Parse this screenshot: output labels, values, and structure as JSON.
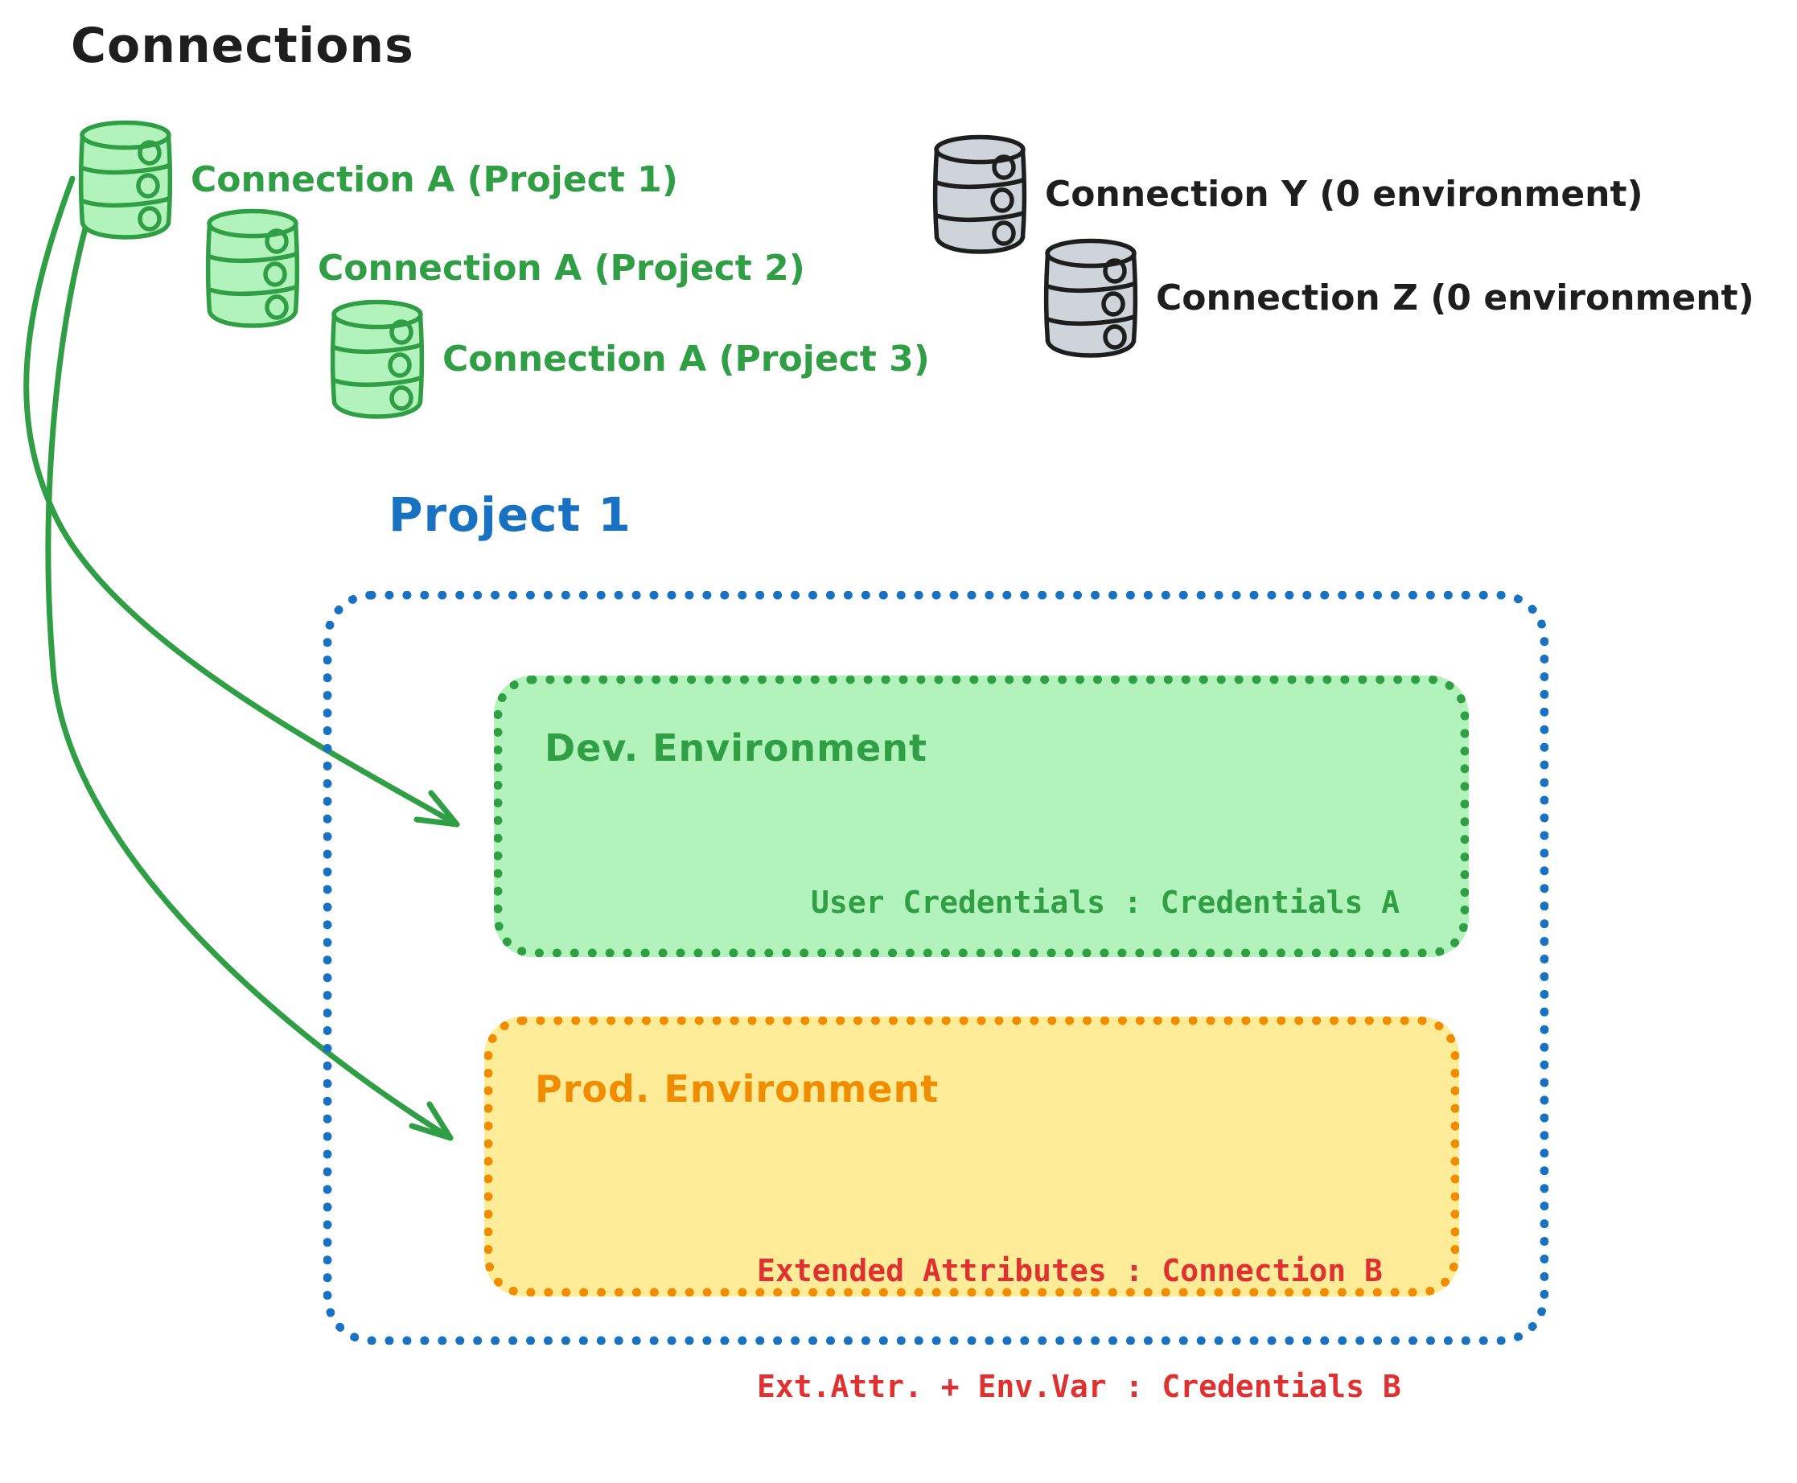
{
  "diagram": {
    "title": "Connections",
    "green_connections": [
      {
        "label": "Connection A (Project 1)"
      },
      {
        "label": "Connection A (Project 2)"
      },
      {
        "label": "Connection A (Project 3)"
      }
    ],
    "gray_connections": [
      {
        "label": "Connection Y (0 environment)"
      },
      {
        "label": "Connection Z (0 environment)"
      }
    ],
    "project": {
      "title": "Project 1",
      "dev": {
        "title": "Dev. Environment",
        "mapping": "User Credentials : Credentials A"
      },
      "prod": {
        "title": "Prod. Environment",
        "mapping_line1": "Extended Attributes : Connection B",
        "mapping_line2": "Ext.Attr. + Env.Var : Credentials B"
      }
    },
    "icons": {
      "database": "database-cylinder-icon"
    },
    "colors": {
      "ink": "#1e1e1e",
      "green": "#2f9e44",
      "green_fill": "#b2f2bb",
      "gray_fill": "#ced4da",
      "blue": "#1971c2",
      "orange": "#f08c00",
      "yellow_fill": "#ffec99",
      "red": "#e03131"
    }
  }
}
